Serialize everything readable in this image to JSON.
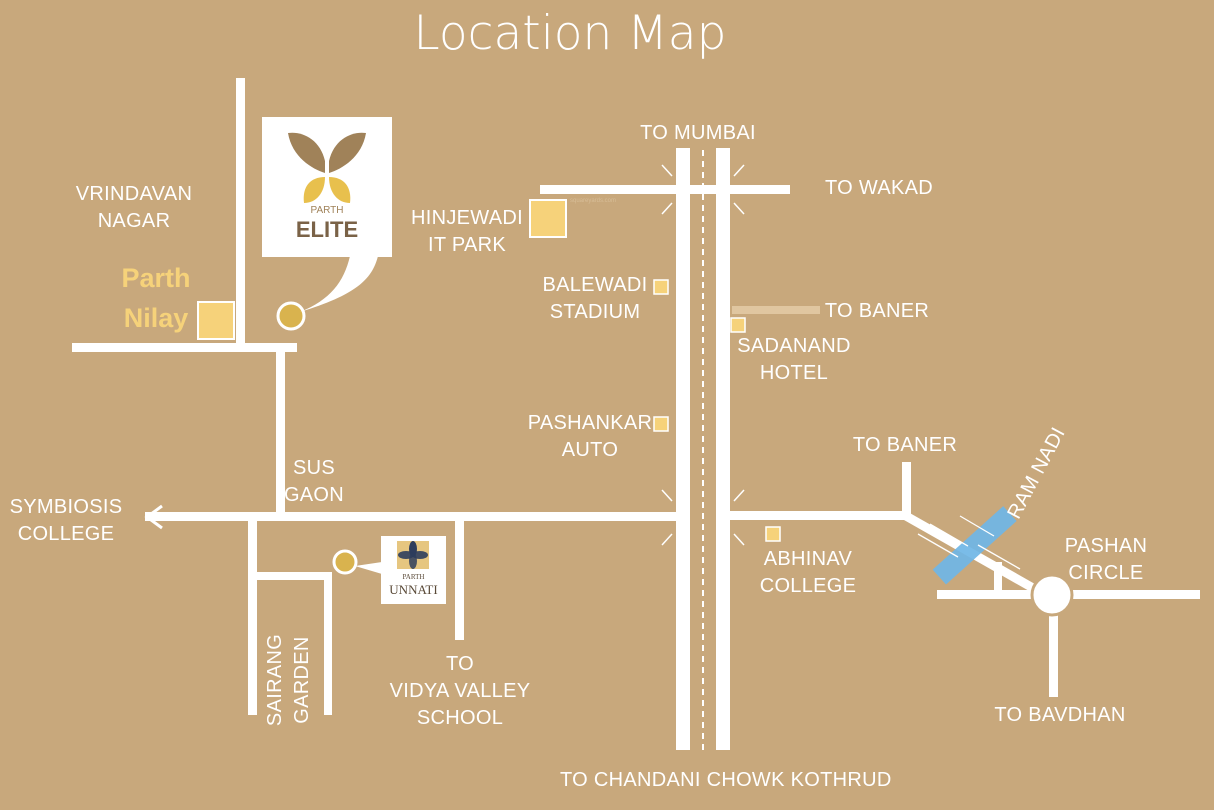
{
  "title": "Location Map",
  "logos": {
    "elite": {
      "top_text": "PARTH",
      "name": "ELITE",
      "icon": "butterfly-logo-icon"
    },
    "unnati": {
      "top_text": "PARTH",
      "name": "UNNATI",
      "icon": "flower-logo-icon"
    }
  },
  "projects": {
    "parth_nilay": [
      "Parth",
      "Nilay"
    ]
  },
  "colors": {
    "background": "#c8a87c",
    "road": "#ffffff",
    "marker": "#f6d27a",
    "highlight_text": "#f6d27a",
    "river": "#6fb6e6"
  },
  "watermark": "squareyards.com",
  "labels": {
    "to_mumbai": "TO MUMBAI",
    "to_wakad": "TO WAKAD",
    "hinjewadi": [
      "HINJEWADI",
      "IT PARK"
    ],
    "vrindavan": [
      "VRINDAVAN",
      "NAGAR"
    ],
    "balewadi": [
      "BALEWADI",
      "STADIUM"
    ],
    "to_baner_1": "TO BANER",
    "sadanand": [
      "SADANAND",
      "HOTEL"
    ],
    "pashankar": [
      "PASHANKAR",
      "AUTO"
    ],
    "to_baner_2": "TO BANER",
    "ram_nadi": "RAM NADI",
    "sus_gaon": [
      "SUS",
      "GAON"
    ],
    "symbiosis": [
      "SYMBIOSIS",
      "COLLEGE"
    ],
    "abhinav": [
      "ABHINAV",
      "COLLEGE"
    ],
    "pashan_circle": [
      "PASHAN",
      "CIRCLE"
    ],
    "sairang": [
      "SAIRANG",
      "GARDEN"
    ],
    "vidya_valley": [
      "TO",
      "VIDYA VALLEY",
      "SCHOOL"
    ],
    "to_bavdhan": "TO BAVDHAN",
    "to_chandani": "TO CHANDANI CHOWK KOTHRUD"
  }
}
